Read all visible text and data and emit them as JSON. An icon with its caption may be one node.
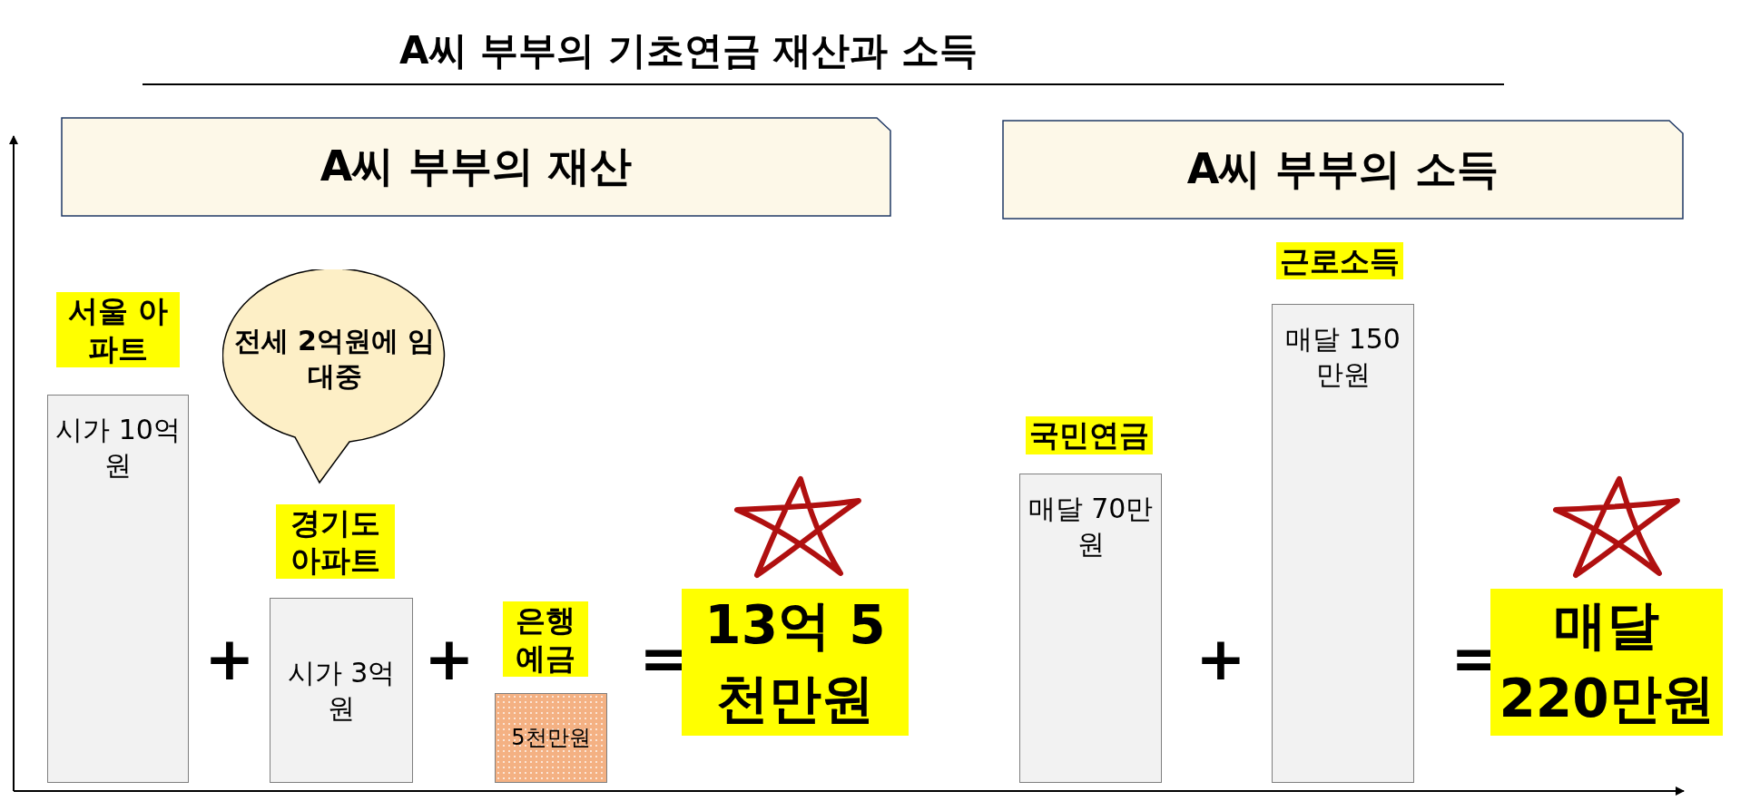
{
  "diagram": {
    "title": "A씨 부부의 기초연금 재산과 소득",
    "nodes": [
      {
        "text": [
          "A씨 부부의 재산"
        ]
      },
      {
        "text": [
          "A씨 부부의 소득"
        ]
      },
      {
        "text": [
          "시가 10억원"
        ],
        "beside": [
          "서울 아파트"
        ]
      },
      {
        "text": [
          "전세 2억원에 임대중"
        ]
      },
      {
        "text": [
          "시가 3억원"
        ],
        "beside": [
          "경기도 아파트"
        ]
      },
      {
        "text": [
          "5천만원"
        ],
        "beside": [
          "은행 예금"
        ]
      },
      {
        "text": [
          "매달 70만원"
        ],
        "beside": [
          "국민연금"
        ]
      },
      {
        "text": [
          "매달 150만원"
        ],
        "beside": [
          "근로소득"
        ]
      }
    ],
    "labels": [
      "+",
      "+",
      "=",
      "13억 5천만원",
      "+",
      "=",
      "매달 220만원"
    ]
  }
}
